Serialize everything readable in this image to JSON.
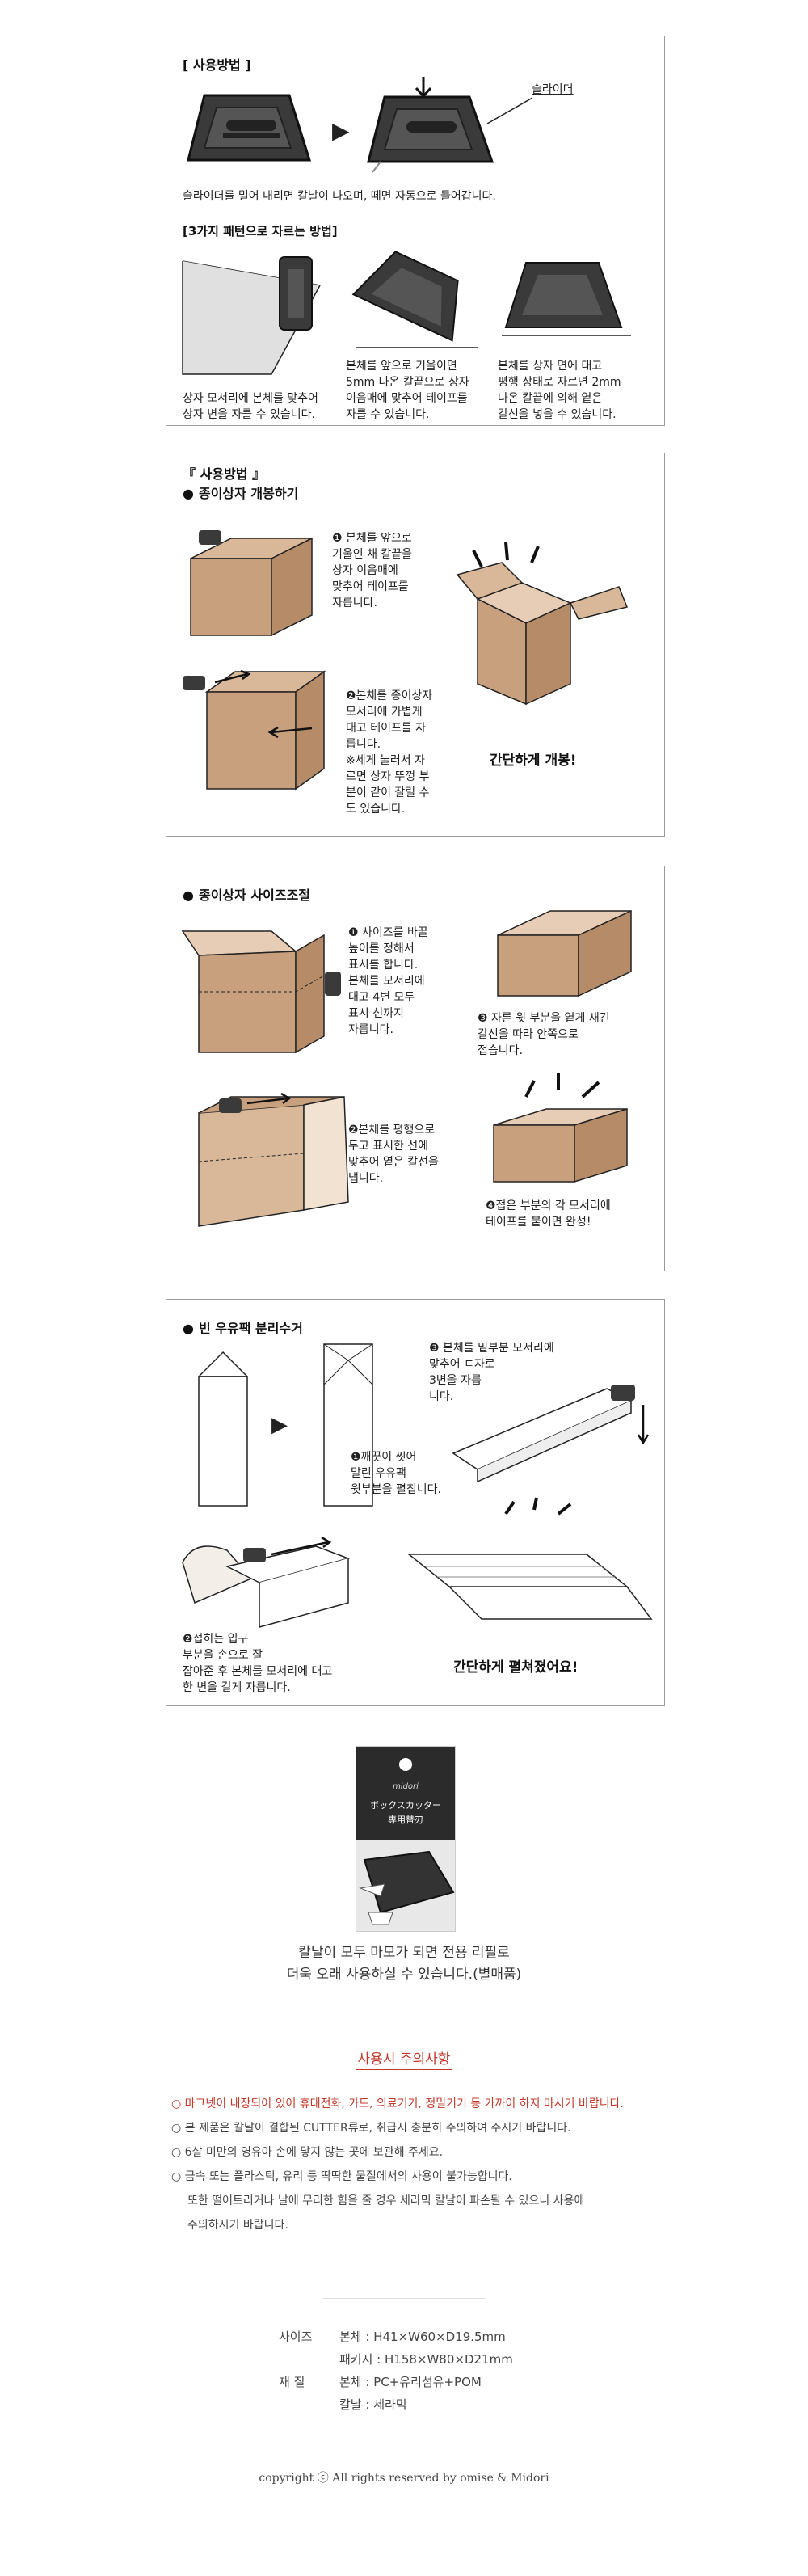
{
  "panel1": {
    "title": "[   사용방법   ]",
    "slider_label": "슬라이더",
    "desc": "슬라이더를 밀어 내리면 칼날이 나오며, 떼면 자동으로 들어갑니다.",
    "subtitle": "[3가지 패턴으로 자르는 방법]",
    "cap1": [
      "상자 모서리에 본체를 맞추어",
      "상자 변을 자를 수 있습니다."
    ],
    "cap2": [
      "본체를 앞으로 기울이면",
      "5mm 나온 칼끝으로 상자",
      "이음매에 맞추어 테이프를",
      "자를 수 있습니다."
    ],
    "cap3": [
      "본체를 상자 면에 대고",
      "평행 상태로 자르면 2mm",
      "나온 칼끝에 의해 옅은",
      "칼선을 넣을 수 있습니다."
    ]
  },
  "panel2": {
    "title": "『 사용방법 』",
    "heading": "종이상자 개봉하기",
    "step1": [
      "❶ 본체를 앞으로",
      "기울인 채 칼끝을",
      "상자 이음매에",
      "맞추어 테이프를",
      "자릅니다."
    ],
    "step2": [
      "❷본체를 종이상자",
      "모서리에 가볍게",
      "대고 테이프를 자",
      "릅니다.",
      "※세게 눌러서 자",
      "르면 상자 뚜껑 부",
      "분이 같이 잘릴 수",
      "도 있습니다."
    ],
    "result": "간단하게 개봉!"
  },
  "panel3": {
    "heading": "종이상자 사이즈조절",
    "step1": [
      "❶ 사이즈를 바꿀",
      "높이를 정해서",
      "표시를 합니다.",
      "본체를 모서리에",
      "대고 4변 모두",
      "표시 선까지",
      "자릅니다."
    ],
    "step2": [
      "❷본체를 평행으로",
      "두고 표시한 선에",
      "맞추어 옅은 칼선을",
      "냅니다."
    ],
    "step3": [
      "❸ 자른 윗 부분을 옅게 새긴",
      "칼선을 따라 안쪽으로",
      "접습니다."
    ],
    "step4": [
      "❹접은 부분의 각 모서리에",
      "테이프를 붙이면 완성!"
    ]
  },
  "panel4": {
    "heading": "빈 우유팩 분리수거",
    "step1": [
      "❶깨끗이 씻어",
      "말린 우유팩",
      "윗부분을 펼칩니다."
    ],
    "step2": [
      "❷접히는 입구",
      "부분을 손으로 잘",
      "잡아준 후 본체를 모서리에 대고",
      "한 변을 길게 자릅니다."
    ],
    "step3": [
      "❸ 본체를 밑부분 모서리에",
      "맞추어 ㄷ자로",
      "3변을 자릅",
      "니다."
    ],
    "result": "간단하게 펼쳐졌어요!"
  },
  "refill": {
    "pkg_brand": "midori",
    "pkg_line1": "ボックスカッター",
    "pkg_line2": "専用替刃",
    "text1": "칼날이 모두 마모가 되면 전용 리필로",
    "text2": "더욱 오래 사용하실 수 있습니다.(별매품)"
  },
  "caution": {
    "title": "사용시 주의사항",
    "items": [
      "마그넷이 내장되어 있어 휴대전화, 카드, 의료기기, 정밀기기 등 가까이 하지 마시기 바랍니다.",
      "본 제품은 칼날이 결합된 CUTTER류로, 취급시 충분히 주의하여 주시기 바랍니다.",
      "6살 미만의 영유아 손에 닿지 않는 곳에 보관해 주세요.",
      "금속 또는 플라스틱, 유리 등 딱딱한 물질에서의 사용이 불가능합니다."
    ],
    "extra1": "또한 떨어트리거나 날에 무리한 힘을 줄 경우 세라믹 칼날이 파손될 수 있으니 사용에",
    "extra2": "주의하시기 바랍니다.",
    "red": "#c0392b"
  },
  "specs": {
    "size_label": "사이즈",
    "size_body": "본체 : H41×W60×D19.5mm",
    "size_pkg": "패키지 : H158×W80×D21mm",
    "mat_label": "재    질",
    "mat_body": "본체 : PC+유리섬유+POM",
    "mat_blade": "칼날 : 세라믹"
  },
  "copyright": "copyright ⓒ All rights reserved by omise & Midori"
}
